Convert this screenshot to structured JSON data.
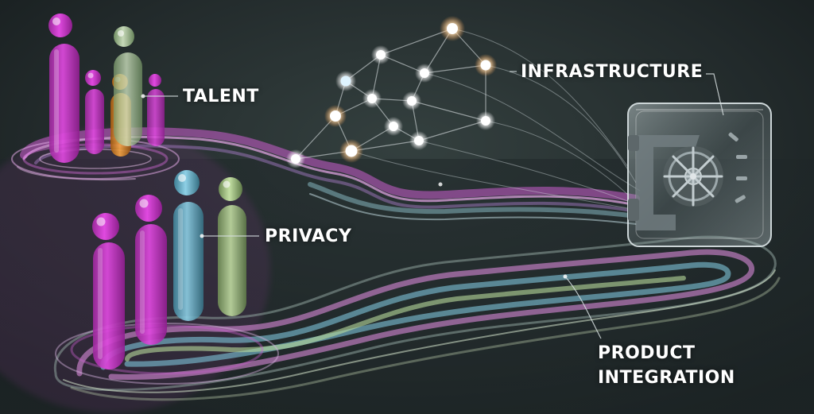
{
  "labels": {
    "talent": "TALENT",
    "privacy": "PRIVACY",
    "infrastructure": "INFRASTRUCTURE",
    "product_line1": "PRODUCT",
    "product_line2": "INTEGRATION"
  },
  "icons": [
    "person-figure-icon",
    "network-node-icon",
    "vault-icon",
    "dial-wheel-icon"
  ],
  "colors": {
    "background_top": "#273031",
    "background_bottom": "#1a2123",
    "magenta": "#d63ad6",
    "orange": "#e8922a",
    "green": "#a8c98a",
    "blue": "#6fb7cf",
    "node_glow": "#ffffff",
    "node_accent": "#f4b26a"
  }
}
